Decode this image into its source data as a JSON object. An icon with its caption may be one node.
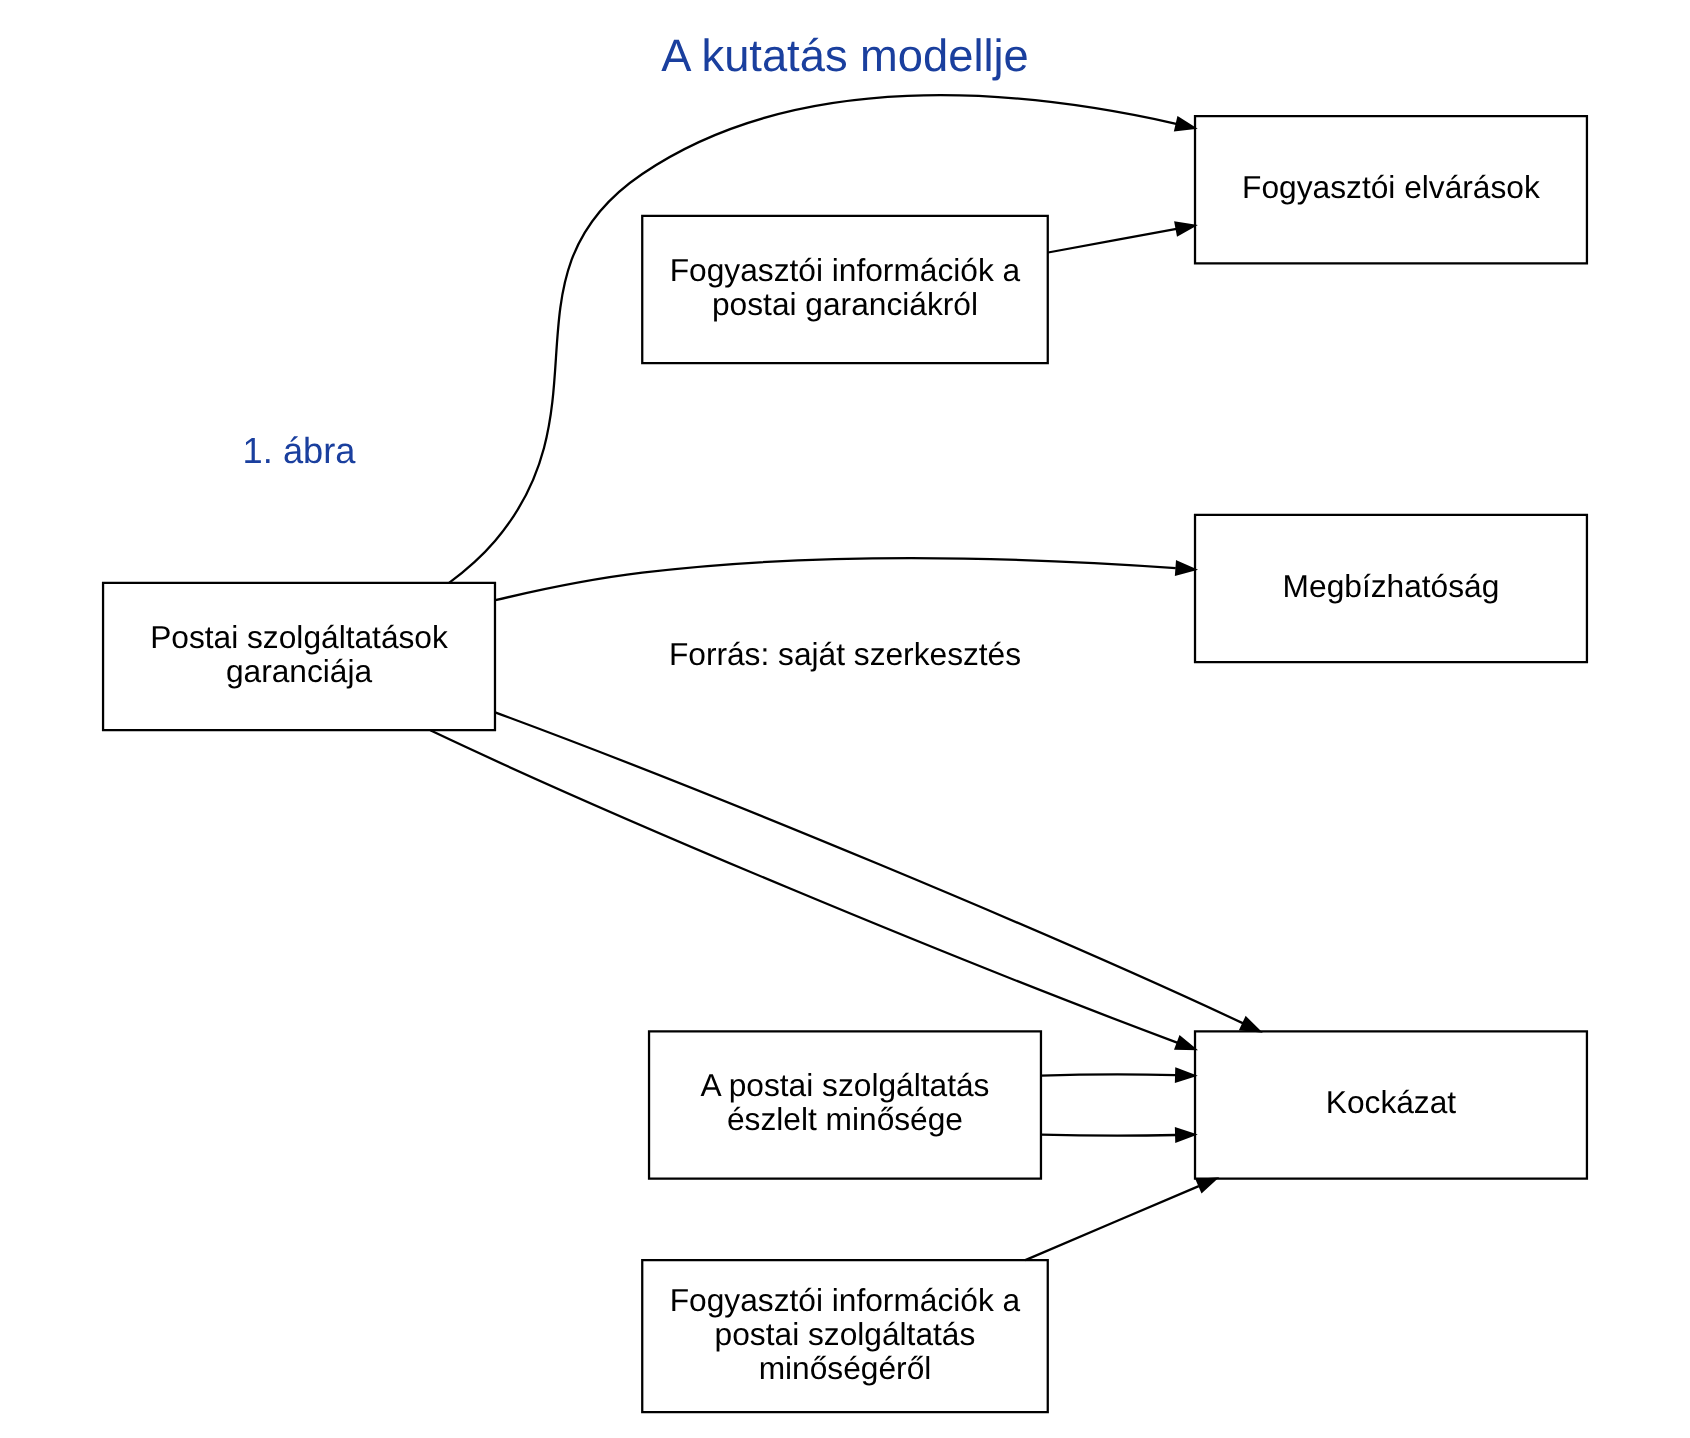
{
  "diagram": {
    "title": "A kutatás modellje",
    "caption": "Forrás: saját szerkesztés",
    "nodes": [
      {
        "text": [
          "Postai szolgáltatások garanciája"
        ]
      },
      {
        "text": [
          "Fogyasztói információk a postai garanciákról"
        ]
      },
      {
        "text": [
          "Fogyasztói elvárások"
        ]
      },
      {
        "text": [
          "A postai szolgáltatás észlelt minősége"
        ]
      },
      {
        "text": [
          "Kockázat"
        ]
      },
      {
        "text": [
          "Fogyasztói információk a postai szolgáltatás minőségéről"
        ]
      },
      {
        "text": [
          "Megbízhatóság"
        ]
      }
    ],
    "edges": [
      {
        "from": 0,
        "to": 2,
        "arrow": "to"
      },
      {
        "from": 1,
        "to": 2,
        "arrow": "to"
      },
      {
        "from": 0,
        "to": 4,
        "arrow": "to"
      },
      {
        "from": 3,
        "to": 4,
        "arrow": "to"
      },
      {
        "from": 3,
        "to": 4,
        "arrow": "to"
      },
      {
        "from": 0,
        "to": 4,
        "arrow": "to"
      },
      {
        "from": 5,
        "to": 4,
        "arrow": "to"
      },
      {
        "from": 0,
        "to": 6,
        "arrow": "to"
      }
    ],
    "labels": [
      "1. ábra"
    ]
  }
}
